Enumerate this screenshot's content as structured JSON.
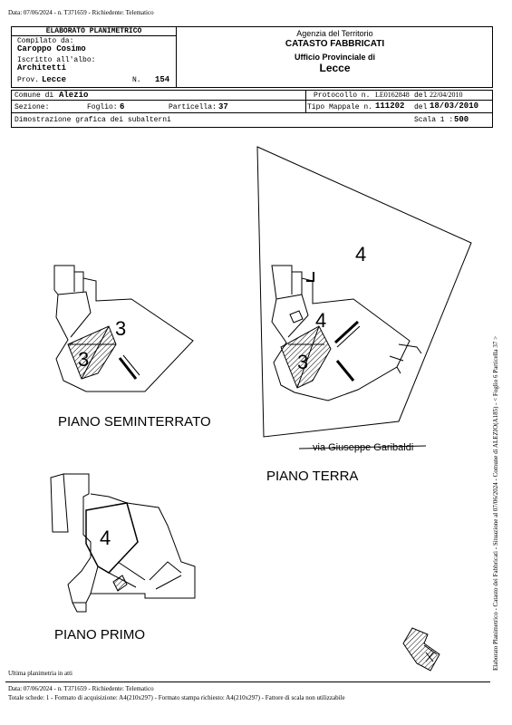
{
  "top_note": "Data: 07/06/2024 - n. T371659 - Richiedente: Telematico",
  "header": {
    "box_title": "ELABORATO PLANIMETRICO",
    "compilato_label": "Compilato da:",
    "compilato_value": "Caroppo Cosimo",
    "iscritto_label": "Iscritto all'albo:",
    "iscritto_value": "Architetti",
    "prov_label": "Prov.",
    "prov_value": "Lecce",
    "n_label": "N.",
    "n_value": "154",
    "agency_1": "Agenzia del Territorio",
    "agency_2": "CATASTO FABBRICATI",
    "agency_3": "Ufficio Provinciale di",
    "agency_4": "Lecce"
  },
  "info": {
    "comune_label": "Comune di",
    "comune_value": "Alezio",
    "protocollo_label": "Protocollo n.",
    "protocollo_value": "LE0162848",
    "del_label_1": "del",
    "del_value_1": "22/04/2010",
    "sezione_label": "Sezione:",
    "foglio_label": "Foglio:",
    "foglio_value": "6",
    "particella_label": "Particella:",
    "particella_value": "37",
    "tipo_label": "Tipo Mappale n.",
    "tipo_value": "111202",
    "del_label_2": "del",
    "del_value_2": "18/03/2010",
    "dimostrazione": "Dimostrazione grafica dei subalterni",
    "scala_label": "Scala 1 :",
    "scala_value": "500"
  },
  "plans": {
    "seminterrato_label": "PIANO SEMINTERRATO",
    "seminterrato_sub_a": "3",
    "seminterrato_sub_b": "3",
    "terra_label": "PIANO TERRA",
    "terra_sub_a": "4",
    "terra_sub_b": "4",
    "terra_sub_c": "3",
    "street": "via Giuseppe Garibaldi",
    "primo_label": "PIANO PRIMO",
    "primo_sub": "4"
  },
  "side_text": "Elaborato Planimetrico - Catasto dei Fabbricati - Situazione al 07/06/2024 - Comune di ALEZIO(A185) - < Foglio 6 Particella 37 >",
  "footer": {
    "ultima": "Ultima planimetria in atti",
    "line1": "Data: 07/06/2024 - n. T371659 - Richiedente: Telematico",
    "line2": "Totale schede: 1 - Formato di acquisizione: A4(210x297) - Formato stampa richiesto: A4(210x297) - Fattore di scala non utilizzabile"
  }
}
